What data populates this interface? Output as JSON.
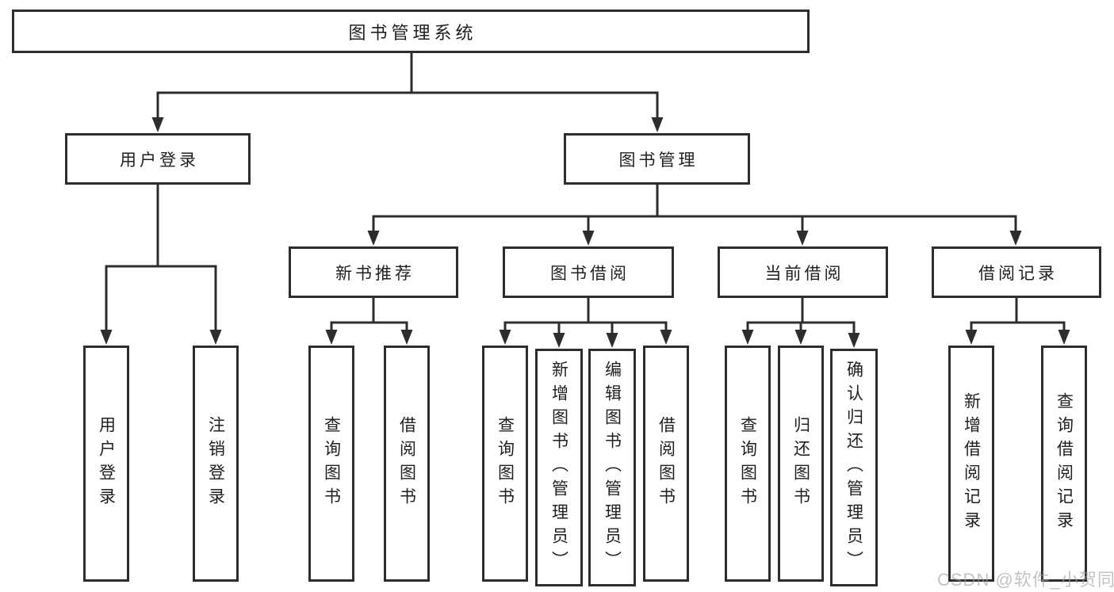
{
  "diagram": {
    "root": {
      "label": "图书管理系统"
    },
    "branches": [
      {
        "label": "用户登录",
        "children": [
          {
            "label": "用户登录"
          },
          {
            "label": "注销登录"
          }
        ]
      },
      {
        "label": "图书管理",
        "children": [
          {
            "label": "新书推荐",
            "children": [
              {
                "label": "查询图书"
              },
              {
                "label": "借阅图书"
              }
            ]
          },
          {
            "label": "图书借阅",
            "children": [
              {
                "label": "查询图书"
              },
              {
                "label": "新增图书（管理员）"
              },
              {
                "label": "编辑图书（管理员）"
              },
              {
                "label": "借阅图书"
              }
            ]
          },
          {
            "label": "当前借阅",
            "children": [
              {
                "label": "查询图书"
              },
              {
                "label": "归还图书"
              },
              {
                "label": "确认归还（管理员）"
              }
            ]
          },
          {
            "label": "借阅记录",
            "children": [
              {
                "label": "新增借阅记录"
              },
              {
                "label": "查询借阅记录"
              }
            ]
          }
        ]
      }
    ]
  },
  "watermark": {
    "text": "CSDN @软件_小贺同学"
  },
  "colors": {
    "line": "#2d2d2d",
    "box_border": "#2d2d2d",
    "text": "#1f1f1f",
    "watermark": "#9e9e9e",
    "background": "#ffffff"
  }
}
